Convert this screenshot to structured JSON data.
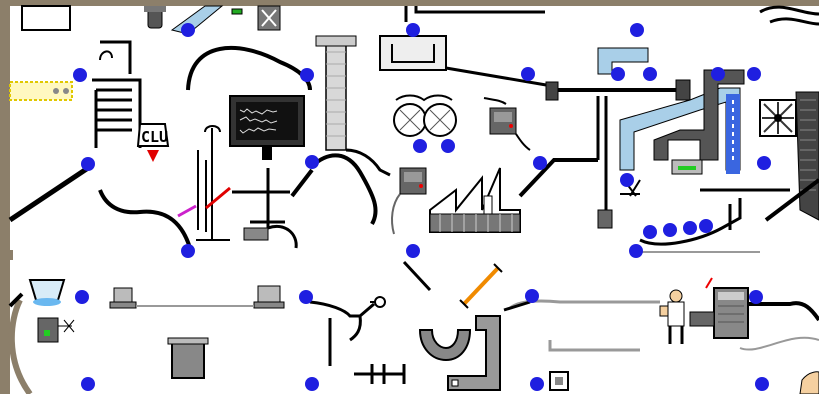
{
  "labels": {
    "clu": "CLU"
  },
  "colors": {
    "frame": "#8c7f6a",
    "floor": "#ffffff",
    "wire": "#000000",
    "node": "#1f1fe0",
    "pipe_blue": "#a9cfe8",
    "conveyor": "#f4e500",
    "laser_orange": "#f08a00",
    "laser_red": "#e00000",
    "clu_arrow": "#e00000",
    "grey": "#9a9a9a",
    "dark_grey": "#444444"
  },
  "nodes": [
    {
      "id": 1
    },
    {
      "id": 2
    },
    {
      "id": 3
    },
    {
      "id": 4
    },
    {
      "id": 5
    },
    {
      "id": 6
    },
    {
      "id": 7
    },
    {
      "id": 8
    },
    {
      "id": 9
    },
    {
      "id": 10
    },
    {
      "id": 11
    },
    {
      "id": 12
    },
    {
      "id": 13
    },
    {
      "id": 14
    },
    {
      "id": 15
    },
    {
      "id": 16
    },
    {
      "id": 17
    },
    {
      "id": 18
    },
    {
      "id": 19
    },
    {
      "id": 20
    },
    {
      "id": 21
    },
    {
      "id": 22
    },
    {
      "id": 23
    },
    {
      "id": 24
    },
    {
      "id": 25
    },
    {
      "id": 26
    },
    {
      "id": 27
    },
    {
      "id": 28
    },
    {
      "id": 29
    },
    {
      "id": 30
    },
    {
      "id": 31
    },
    {
      "id": 32
    },
    {
      "id": 33
    },
    {
      "id": 34
    },
    {
      "id": 35
    },
    {
      "id": 36
    }
  ]
}
